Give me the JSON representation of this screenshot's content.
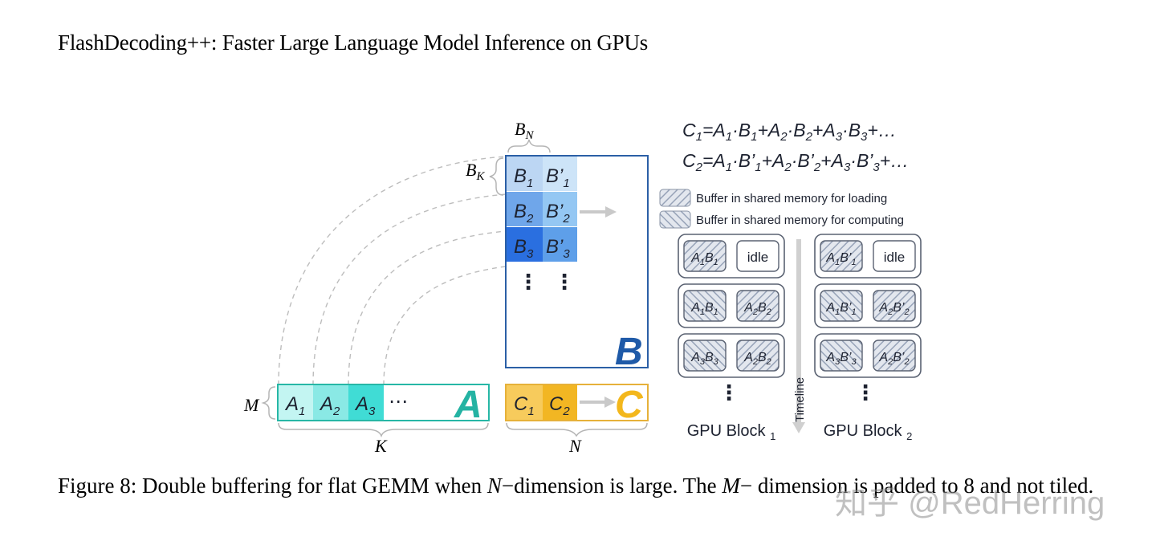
{
  "header": {
    "running_title": "FlashDecoding++: Faster Large Language Model Inference on GPUs"
  },
  "figure": {
    "dims": {
      "bn": "N",
      "bk": "K",
      "m": "M",
      "k": "K",
      "n": "N"
    },
    "matrix_b": {
      "label": "B",
      "rows": [
        {
          "left": "1",
          "right": "1"
        },
        {
          "left": "2",
          "right": "2"
        },
        {
          "left": "3",
          "right": "3"
        }
      ]
    },
    "matrix_a": {
      "label": "A",
      "cells": [
        "1",
        "2",
        "3"
      ],
      "ellipsis": "⋯"
    },
    "matrix_c": {
      "label": "C",
      "cells": [
        "1",
        "2"
      ]
    },
    "equations": [
      {
        "lhs": "C",
        "lhs_sub": "1",
        "terms": [
          "1",
          "2",
          "3"
        ],
        "prime": false,
        "tail": "+…"
      },
      {
        "lhs": "C",
        "lhs_sub": "2",
        "terms": [
          "1",
          "2",
          "3"
        ],
        "prime": true,
        "tail": "+…"
      }
    ],
    "legend": {
      "loading": "Buffer in shared memory for loading",
      "computing": "Buffer in shared memory for computing"
    },
    "timeline_label": "Timeline",
    "gpu_blocks": [
      {
        "label": "GPU Block",
        "label_sub": "1",
        "rows": [
          [
            {
              "a": "1",
              "b": "1",
              "prime": false
            },
            {
              "text": "idle"
            }
          ],
          [
            {
              "a": "1",
              "b": "1",
              "prime": false
            },
            {
              "a": "2",
              "b": "2",
              "prime": false
            }
          ],
          [
            {
              "a": "3",
              "b": "3",
              "prime": false
            },
            {
              "a": "2",
              "b": "2",
              "prime": false
            }
          ]
        ]
      },
      {
        "label": "GPU Block",
        "label_sub": "2",
        "rows": [
          [
            {
              "a": "1",
              "b": "1",
              "prime": true
            },
            {
              "text": "idle"
            }
          ],
          [
            {
              "a": "1",
              "b": "1",
              "prime": true
            },
            {
              "a": "2",
              "b": "2",
              "prime": true
            }
          ],
          [
            {
              "a": "3",
              "b": "3",
              "prime": true
            },
            {
              "a": "2",
              "b": "2",
              "prime": true
            }
          ]
        ]
      }
    ],
    "colors": {
      "b_border": "#2b5fa6",
      "b_label": "#1f5aa8",
      "b_row1": "#bcd6f3",
      "b_row1_r": "#cde4f8",
      "b_row2": "#6fa6ea",
      "b_row2_r": "#94c7f3",
      "b_row3": "#2a6fe0",
      "b_row3_r": "#5e9fe9",
      "a_border": "#27b7a6",
      "a_label": "#24b3a3",
      "a_cells": [
        "#c3f5f2",
        "#8ae9e5",
        "#40dcd5"
      ],
      "c_border": "#e6b13a",
      "c_label": "#f3b71c",
      "c_cells": [
        "#f7cb5c",
        "#f2b623"
      ],
      "arrow": "#c9c9c9",
      "dashed": "#bdbdbd",
      "hatch": "#9aa6bb"
    }
  },
  "caption": {
    "prefix": "Figure 8: Double buffering for flat GEMM when ",
    "var1": "N",
    "mid": "−dimension is large. The ",
    "var2": "M",
    "suffix": "− dimension is padded to 8 and not tiled."
  },
  "watermark": "知乎 @RedHerring"
}
